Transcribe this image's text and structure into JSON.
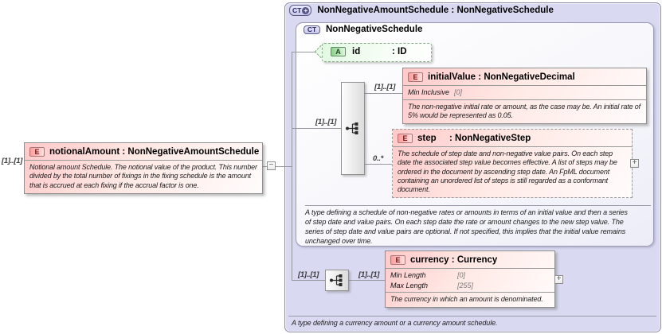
{
  "toggles": {
    "collapse": "−",
    "expand": "+"
  },
  "left_element": {
    "cardinality": "[1]..[1]",
    "badge": "E",
    "name": "notionalAmount",
    "sep": " : ",
    "type": "NonNegativeAmountSchedule",
    "doc": "Notional amount Schedule. The notional value of the product. This number divided by the total number of fixings in the fixing schedule is the amount that is accrued at each fixing if the accrual factor is one."
  },
  "outer_type": {
    "badge": "CT",
    "badge_plus": "+",
    "name": "NonNegativeAmountSchedule",
    "sep": " : ",
    "base": "NonNegativeSchedule",
    "footer_doc": "A type defining a currency amount or a currency amount schedule."
  },
  "base_type": {
    "badge": "CT",
    "title": "NonNegativeSchedule",
    "doc": "A type defining a schedule of non-negative rates or amounts in terms of an initial value and then a series of step date and value pairs. On each step date the rate or amount changes to the new step value. The series of step date and value pairs are optional. If not specified, this implies that the initial value remains unchanged over time.",
    "attribute_id": {
      "badge": "A",
      "name": "id",
      "sep": ": ",
      "type": "ID"
    },
    "sequence": {
      "cardinality": "[1]..[1]",
      "icon": "sequence-icon"
    },
    "initial_value": {
      "cardinality": "[1]..[1]",
      "badge": "E",
      "name": "initialValue",
      "sep": " : ",
      "type": "NonNegativeDecimal",
      "facets": [
        {
          "name": "Min Inclusive",
          "value": "[0]"
        }
      ],
      "doc": "The non-negative initial rate or amount, as the case may be. An initial rate of 5% would be represented as 0.05."
    },
    "step": {
      "cardinality": "0..*",
      "badge": "E",
      "name": "step",
      "sep": ": ",
      "type": "NonNegativeStep",
      "doc": "The schedule of step date and non-negative value pairs. On each step date the associated step value becomes effective. A list of steps may be ordered in the document by ascending step date. An FpML document containing an unordered list of steps is still regarded as a conformant document."
    }
  },
  "extension": {
    "sequence": {
      "cardinality": "[1]..[1]",
      "icon": "sequence-icon"
    },
    "currency": {
      "cardinality": "[1]..[1]",
      "badge": "E",
      "name": "currency",
      "sep": " : ",
      "type": "Currency",
      "facets": [
        {
          "name": "Min Length",
          "value": "[0]"
        },
        {
          "name": "Max Length",
          "value": "[255]"
        }
      ],
      "doc": "The currency in which an amount is denominated."
    }
  }
}
